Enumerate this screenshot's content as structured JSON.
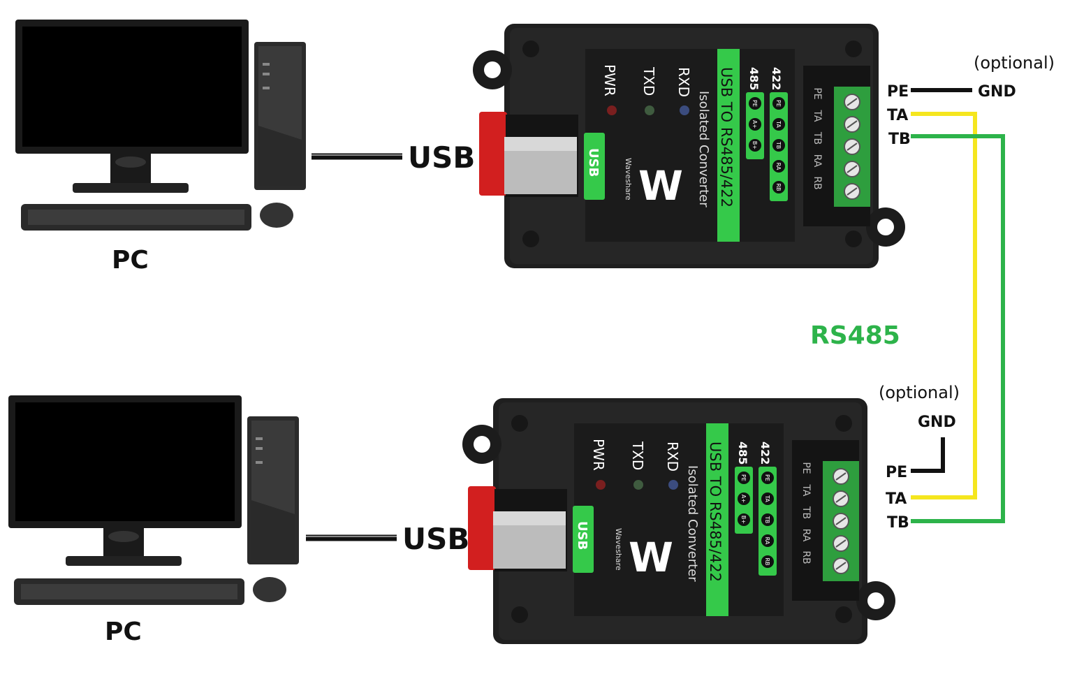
{
  "diagram": {
    "pc_label": "PC",
    "usb_label": "USB",
    "bus_label": "RS485",
    "optional_label": "(optional)",
    "gnd_label": "GND",
    "colors": {
      "ta_wire": "#f5e61e",
      "tb_wire": "#2db34a",
      "pe_wire": "#111111",
      "accent_green": "#35c94a",
      "module_body": "#2a2a2a"
    }
  },
  "modules": {
    "top": {
      "title": "USB TO RS485/422",
      "subtitle": "Isolated Converter",
      "brand": "Waveshare",
      "usb_port": "USB",
      "leds": [
        "PWR",
        "TXD",
        "RXD"
      ],
      "group_485": "485",
      "group_422": "422",
      "pins_485": [
        "PE",
        "A+",
        "B+"
      ],
      "pins_422": [
        "PE",
        "TA",
        "TB",
        "RA",
        "RB"
      ],
      "terminal_labels": [
        "PE",
        "TA",
        "TB",
        "RA",
        "RB"
      ]
    },
    "bottom": {
      "title": "USB TO RS485/422",
      "subtitle": "Isolated Converter",
      "brand": "Waveshare",
      "usb_port": "USB",
      "leds": [
        "PWR",
        "TXD",
        "RXD"
      ],
      "group_485": "485",
      "group_422": "422",
      "pins_485": [
        "PE",
        "A+",
        "B+"
      ],
      "pins_422": [
        "PE",
        "TA",
        "TB",
        "RA",
        "RB"
      ],
      "terminal_labels": [
        "PE",
        "TA",
        "TB",
        "RA",
        "RB"
      ]
    }
  },
  "wiring": {
    "top": {
      "pins": [
        "PE",
        "TA",
        "TB"
      ]
    },
    "bottom": {
      "pins": [
        "PE",
        "TA",
        "TB"
      ]
    }
  }
}
